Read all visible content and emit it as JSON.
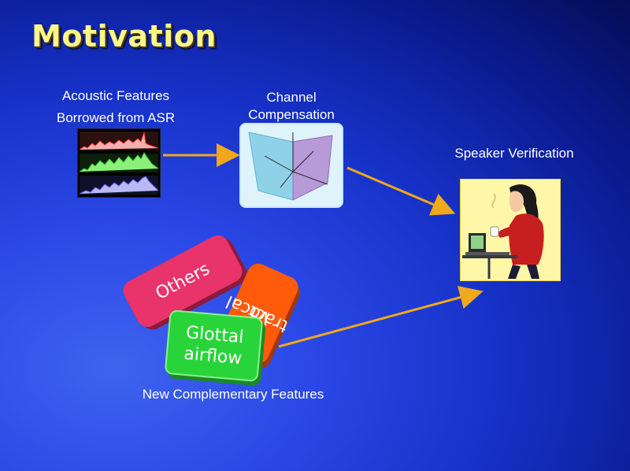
{
  "slide": {
    "title": "Motivation",
    "acoustic_line1": "Acoustic Features",
    "acoustic_line2": "Borrowed  from ASR",
    "channel_line1": "Channel",
    "channel_line2": "Compensation",
    "speaker_label": "Speaker Verification",
    "new_features_label": "New Complementary Features",
    "blocks": {
      "others": "Others",
      "vocal_line1": "Vocal",
      "vocal_line2": "tract",
      "glottal_line1": "Glottal",
      "glottal_line2": "airflow"
    },
    "colors": {
      "title": "#fff68a",
      "arrow": "#f0a81c",
      "others": "#e8336b",
      "vocal": "#ff5b0a",
      "glottal": "#29d43a"
    }
  }
}
